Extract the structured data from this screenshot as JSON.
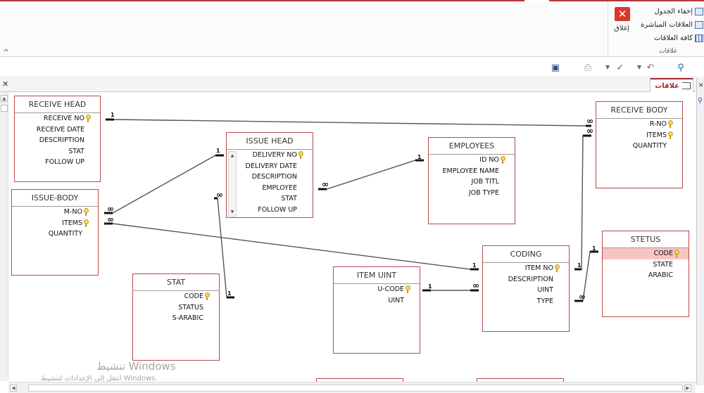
{
  "ribbon": {
    "close_label": "إغلاق",
    "items": [
      "إخفاء الجدول",
      "العلاقات المباشرة",
      "كافة العلاقات"
    ],
    "group_label": "علاقات"
  },
  "tab": {
    "label": "علاقات"
  },
  "watermark": {
    "line1": "تنشيط Windows",
    "line2": "انتقل إلى الإعدادات لتنشيط Windows."
  },
  "tables": [
    {
      "title": "RECEIVE HEAD",
      "fields": [
        {
          "n": "RECEIVE NO",
          "key": true
        },
        {
          "n": "RECEIVE DATE"
        },
        {
          "n": "DESCRIPTION"
        },
        {
          "n": "STAT"
        },
        {
          "n": "FOLLOW UP"
        }
      ]
    },
    {
      "title": "ISSUE-BODY",
      "fields": [
        {
          "n": "M-NO",
          "key": true
        },
        {
          "n": "ITEMS",
          "key": true
        },
        {
          "n": "QUANTITY"
        }
      ]
    },
    {
      "title": "ISSUE HEAD",
      "fields": [
        {
          "n": "DELIVERY NO",
          "key": true
        },
        {
          "n": "DELIVERY DATE"
        },
        {
          "n": "DESCRIPTION"
        },
        {
          "n": "EMPLOYEE"
        },
        {
          "n": "STAT"
        },
        {
          "n": "FOLLOW UP"
        }
      ]
    },
    {
      "title": "EMPLOYEES",
      "fields": [
        {
          "n": "ID NO",
          "key": true
        },
        {
          "n": "EMPLOYEE NAME"
        },
        {
          "n": "JOB TITL"
        },
        {
          "n": "JOB TYPE"
        }
      ]
    },
    {
      "title": "RECEIVE BODY",
      "fields": [
        {
          "n": "R-NO",
          "key": true
        },
        {
          "n": "ITEMS",
          "key": true
        },
        {
          "n": "QUANTITY"
        }
      ]
    },
    {
      "title": "STAT",
      "fields": [
        {
          "n": "CODE",
          "key": true
        },
        {
          "n": "STATUS"
        },
        {
          "n": "S-ARABIC"
        }
      ]
    },
    {
      "title": "ITEM UINT",
      "fields": [
        {
          "n": "U-CODE",
          "key": true
        },
        {
          "n": "UINT"
        }
      ]
    },
    {
      "title": "CODING",
      "fields": [
        {
          "n": "ITEM NO",
          "key": true
        },
        {
          "n": "DESCRIPTION"
        },
        {
          "n": "UINT"
        },
        {
          "n": "TYPE"
        }
      ]
    },
    {
      "title": "STETUS",
      "fields": [
        {
          "n": "CODE",
          "key": true,
          "sel": true
        },
        {
          "n": "STATE"
        },
        {
          "n": "ARABIC"
        }
      ]
    }
  ],
  "rel_labels": {
    "one": "1",
    "many": "∞"
  }
}
